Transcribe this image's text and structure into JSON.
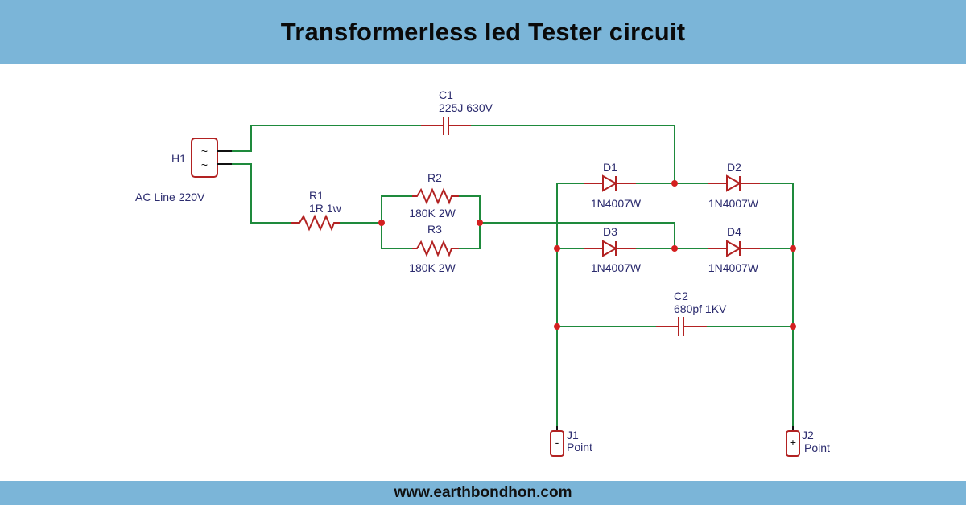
{
  "header": {
    "title": "Transformerless led Tester circuit"
  },
  "footer": {
    "website": "www.earthbondhon.com"
  },
  "components": {
    "H1": {
      "ref": "H1",
      "value": "AC Line 220V",
      "symbol": "~"
    },
    "C1": {
      "ref": "C1",
      "value": "225J 630V"
    },
    "R1": {
      "ref": "R1",
      "value": "1R 1w"
    },
    "R2": {
      "ref": "R2",
      "value": "180K 2W"
    },
    "R3": {
      "ref": "R3",
      "value": "180K 2W"
    },
    "D1": {
      "ref": "D1",
      "value": "1N4007W"
    },
    "D2": {
      "ref": "D2",
      "value": "1N4007W"
    },
    "D3": {
      "ref": "D3",
      "value": "1N4007W"
    },
    "D4": {
      "ref": "D4",
      "value": "1N4007W"
    },
    "C2": {
      "ref": "C2",
      "value": "680pf 1KV"
    },
    "J1": {
      "ref": "J1",
      "value": "Point",
      "symbol": "-"
    },
    "J2": {
      "ref": "J2",
      "value": "Point",
      "symbol": "+"
    }
  },
  "colors": {
    "wire": "#1e8a3c",
    "component": "#b22222",
    "junction": "#d42020",
    "label": "#2b2b6e",
    "banner": "#7bb5d8"
  }
}
